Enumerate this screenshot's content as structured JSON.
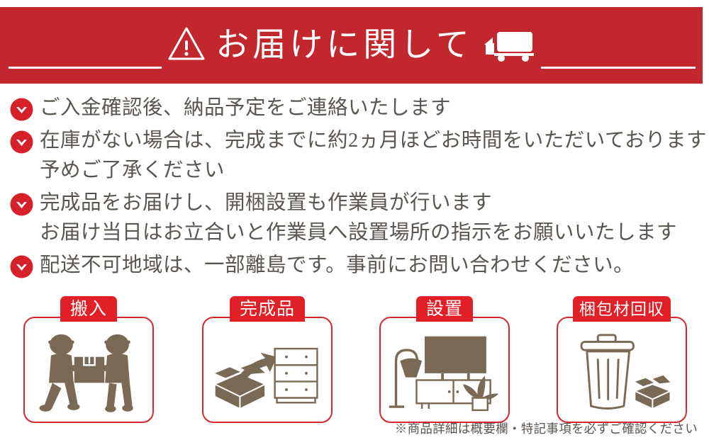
{
  "header": {
    "title": "お届けに関して",
    "warning_icon": "warning-triangle-icon",
    "truck_icon": "delivery-truck-icon",
    "bg_color": "#C1272D"
  },
  "bullets": [
    {
      "icon": "check-circle-icon",
      "line1": "ご入金確認後、納品予定をご連絡いたします",
      "line2": ""
    },
    {
      "icon": "check-circle-icon",
      "line1": "在庫がない場合は、完成までに約2ヵ月ほどお時間をいただいております",
      "line2": "予めご了承ください"
    },
    {
      "icon": "check-circle-icon",
      "line1": "完成品をお届けし、開梱設置も作業員が行います",
      "line2": "お届け当日はお立合いと作業員へ設置場所の指示をお願いいたします"
    },
    {
      "icon": "check-circle-icon",
      "line1": "配送不可地域は、一部離島です。事前にお問い合わせください。",
      "line2": ""
    }
  ],
  "service_boxes": [
    {
      "label": "搬入",
      "icon": "two-workers-carrying-box-icon"
    },
    {
      "label": "完成品",
      "icon": "open-box-arrow-dresser-icon"
    },
    {
      "label": "設置",
      "icon": "lamp-tv-stand-plant-icon"
    },
    {
      "label": "梱包材回収",
      "icon": "trash-can-flat-box-icon"
    }
  ],
  "footnote": "※商品詳細は概要欄・特記事項を必ずご確認ください",
  "colors": {
    "header_red": "#C1272D",
    "tab_red": "#E01F26",
    "border_red": "#D8282F",
    "icon_brown": "#7A6A55",
    "text_gray": "#5A554F"
  }
}
